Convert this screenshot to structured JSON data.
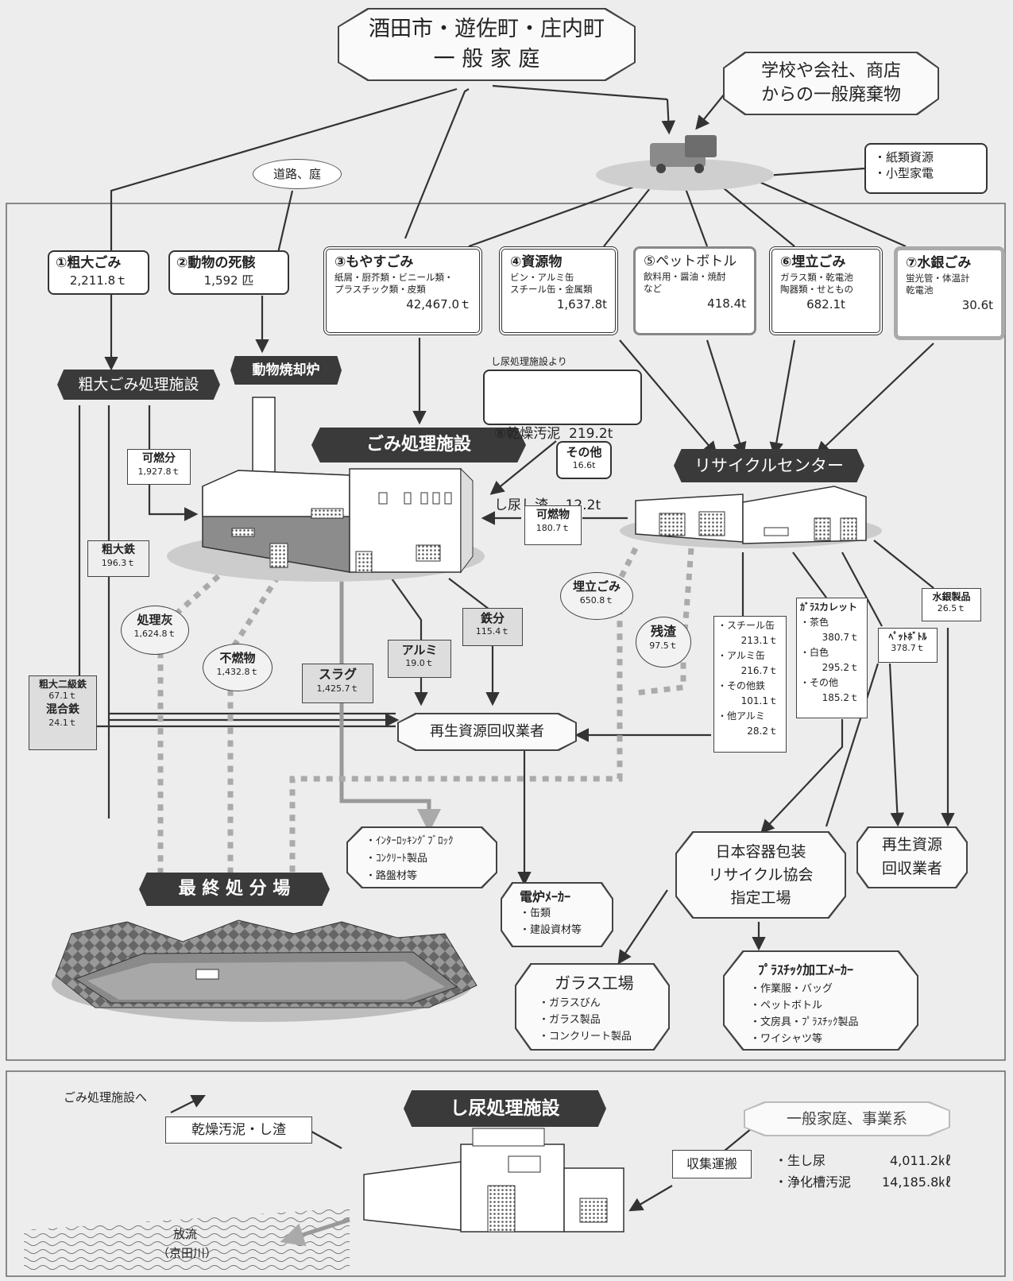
{
  "top": {
    "line1": "酒田市・遊佐町・庄内町",
    "line2": "一 般 家 庭"
  },
  "business": {
    "line1": "学校や会社、商店",
    "line2": "からの一般廃棄物"
  },
  "paper": {
    "line1": "・紙類資源",
    "line2": "・小型家電"
  },
  "road": "道路、庭",
  "cats": {
    "c1": {
      "title": "①粗大ごみ",
      "value": "2,211.8ｔ"
    },
    "c2": {
      "title": "②動物の死骸",
      "value": "1,592 匹"
    },
    "c3": {
      "title": "③もやすごみ",
      "desc1": "紙屑・厨芥類・ビニール類・",
      "desc2": "プラスチック類・皮類",
      "value": "42,467.0ｔ"
    },
    "c4": {
      "title": "④資源物",
      "desc1": "ビン・アルミ缶",
      "desc2": "スチール缶・金属類",
      "value": "1,637.8t"
    },
    "c5": {
      "title": "⑤ペットボトル",
      "desc1": "飲料用・醤油・焼酎",
      "desc2": "など",
      "value": "418.4t"
    },
    "c6": {
      "title": "⑥埋立ごみ",
      "desc1": "ガラス類・乾電池",
      "desc2": "陶器類・せともの",
      "value": "682.1t"
    },
    "c7": {
      "title": "⑦水銀ごみ",
      "desc1": "蛍光管・体温計",
      "desc2": "乾電池",
      "value": "30.6t"
    }
  },
  "facilities": {
    "sodai": "粗大ごみ処理施設",
    "doubutsu": "動物焼却炉",
    "gomi": "ごみ処理施設",
    "recycle": "リサイクルセンター",
    "landfill": "最 終 処 分 場",
    "shinyo": "し尿処理施設"
  },
  "sludge": {
    "note": "し尿処理施設より",
    "line1": "⑧乾燥汚泥  219.2t",
    "line2": "し尿し渣    12.2t"
  },
  "labels": {
    "kanen1": {
      "name": "可燃分",
      "value": "1,927.8ｔ"
    },
    "sonota": {
      "name": "その他",
      "value": "16.6t"
    },
    "kanen2": {
      "name": "可燃物",
      "value": "180.7ｔ"
    },
    "sodaitetsu": {
      "name": "粗大鉄",
      "value": "196.3ｔ"
    },
    "nikyu": {
      "name": "粗大二級鉄",
      "value": "67.1ｔ",
      "name2": "混合鉄",
      "value2": "24.1ｔ"
    },
    "alumi": {
      "name": "アルミ",
      "value": "19.0ｔ"
    },
    "tetsu": {
      "name": "鉄分",
      "value": "115.4ｔ"
    },
    "slag": {
      "name": "スラグ",
      "value": "1,425.7ｔ"
    },
    "suigin": {
      "name": "水銀製品",
      "value": "26.5ｔ"
    },
    "pet": {
      "name": "ﾍﾟｯﾄﾎﾞﾄﾙ",
      "value": "378.7ｔ"
    }
  },
  "ovals": {
    "shoribai": {
      "name": "処理灰",
      "value": "1,624.8ｔ"
    },
    "funen": {
      "name": "不燃物",
      "value": "1,432.8ｔ"
    },
    "umetate": {
      "name": "埋立ごみ",
      "value": "650.8ｔ"
    },
    "zansa": {
      "name": "残渣",
      "value": "97.5ｔ"
    }
  },
  "steel": [
    "・スチール缶",
    "213.1ｔ",
    "・アルミ缶",
    "216.7ｔ",
    "・その他鉄",
    "101.1ｔ",
    "・他アルミ",
    "28.2ｔ"
  ],
  "glass": [
    "ｶﾞﾗｽカレット",
    "・茶色",
    "380.7ｔ",
    "・白色",
    "295.2ｔ",
    "・その他",
    "185.2ｔ"
  ],
  "saisei": "再生資源回収業者",
  "saisei2": {
    "line1": "再生資源",
    "line2": "回収業者"
  },
  "nihon": {
    "line1": "日本容器包装",
    "line2": "リサイクル協会",
    "line3": "指定工場"
  },
  "interlocking": [
    "・ｲﾝﾀｰﾛｯｷﾝｸﾞﾌﾞﾛｯｸ",
    "・ｺﾝｸﾘｰﾄ製品",
    "・路盤材等"
  ],
  "denro": {
    "title": "電炉ﾒｰｶｰ",
    "items": [
      "・缶類",
      "・建設資材等"
    ]
  },
  "glassfactory": {
    "title": "ガラス工場",
    "items": [
      "・ガラスびん",
      "・ガラス製品",
      "・コンクリート製品"
    ]
  },
  "plastic": {
    "title": "ﾌﾟﾗｽﾁｯｸ加工ﾒｰｶｰ",
    "items": [
      "・作業服・バッグ",
      "・ペットボトル",
      "・文房具・ﾌﾟﾗｽﾁｯｸ製品",
      "・ワイシャツ等"
    ]
  },
  "bottom": {
    "to_gomi": "ごみ処理施設へ",
    "dry": "乾燥汚泥・し渣",
    "source": "一般家庭、事業系",
    "collect": "収集運搬",
    "item1": "・生し尿",
    "value1": "4,011.2㎘",
    "item2": "・浄化槽汚泥",
    "value2": "14,185.8㎘",
    "river1": "放流",
    "river2": "（京田川）"
  }
}
